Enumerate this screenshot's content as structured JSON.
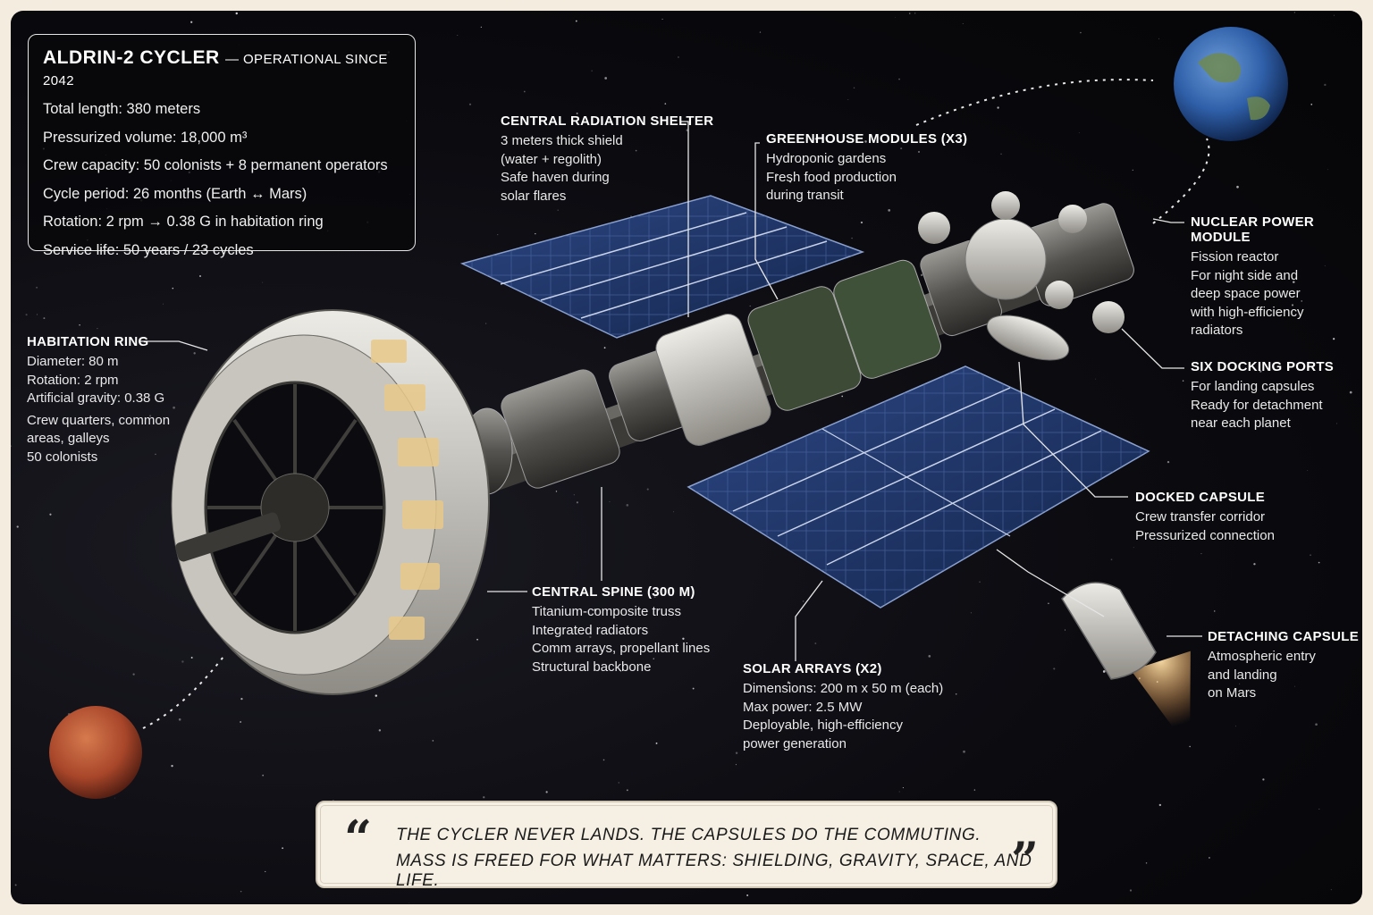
{
  "spec_box": {
    "title": "ALDRIN-2 CYCLER",
    "subtitle": "— OPERATIONAL SINCE 2042",
    "rows": [
      "Total length: 380 meters",
      "Pressurized volume: 18,000 m³",
      "Crew capacity: 50 colonists + 8 permanent operators",
      "Cycle period: 26 months (Earth ↔ Mars)",
      "Rotation: 2 rpm → 0.38 G in habitation ring",
      "Service life: 50 years / 23 cycles"
    ]
  },
  "callouts": {
    "radiation_shelter": {
      "title": "CENTRAL RADIATION SHELTER",
      "lines": [
        "3 meters thick shield",
        "(water + regolith)",
        "Safe haven during",
        "solar flares"
      ]
    },
    "greenhouse": {
      "title": "GREENHOUSE MODULES (x3)",
      "lines": [
        "Hydroponic gardens",
        "Fresh food production",
        "during transit"
      ]
    },
    "nuclear": {
      "title": "NUCLEAR POWER MODULE",
      "lines": [
        "Fission reactor",
        "For night side and",
        "deep space power",
        "with high-efficiency",
        "radiators"
      ]
    },
    "docking_ports": {
      "title": "SIX DOCKING PORTS",
      "lines": [
        "For landing capsules",
        "Ready for detachment",
        "near each planet"
      ]
    },
    "habitation_ring": {
      "title": "HABITATION RING",
      "lines": [
        "Diameter: 80 m",
        "Rotation: 2 rpm",
        "Artificial gravity: 0.38 G",
        "Crew quarters, common",
        "areas, galleys",
        "50 colonists"
      ]
    },
    "docked_capsule": {
      "title": "DOCKED CAPSULE",
      "lines": [
        "Crew transfer corridor",
        "Pressurized connection"
      ]
    },
    "central_spine": {
      "title": "CENTRAL SPINE (300 m)",
      "lines": [
        "Titanium-composite truss",
        "Integrated radiators",
        "Comm arrays, propellant lines",
        "Structural backbone"
      ]
    },
    "detaching_capsule": {
      "title": "DETACHING CAPSULE",
      "lines": [
        "Atmospheric entry",
        "and landing",
        "on Mars"
      ]
    },
    "solar_arrays": {
      "title": "SOLAR ARRAYS (x2)",
      "lines": [
        "Dimensions: 200 m x 50 m (each)",
        "Max power: 2.5 MW",
        "Deployable, high-efficiency",
        "power generation"
      ]
    }
  },
  "quote": {
    "open_mark": "“",
    "close_mark": "”",
    "line1": "THE CYCLER NEVER LANDS. THE CAPSULES DO THE COMMUTING.",
    "line2": "MASS IS FREED FOR WHAT MATTERS: SHIELDING, GRAVITY, SPACE, AND LIFE."
  },
  "colors": {
    "background_space": "#0b0b10",
    "panel_blue": "#1f3466",
    "hull_white": "#d9d6cf",
    "mars": "#b5532e",
    "earth_ocean": "#2f5fa8",
    "page": "#f3ecdf"
  }
}
